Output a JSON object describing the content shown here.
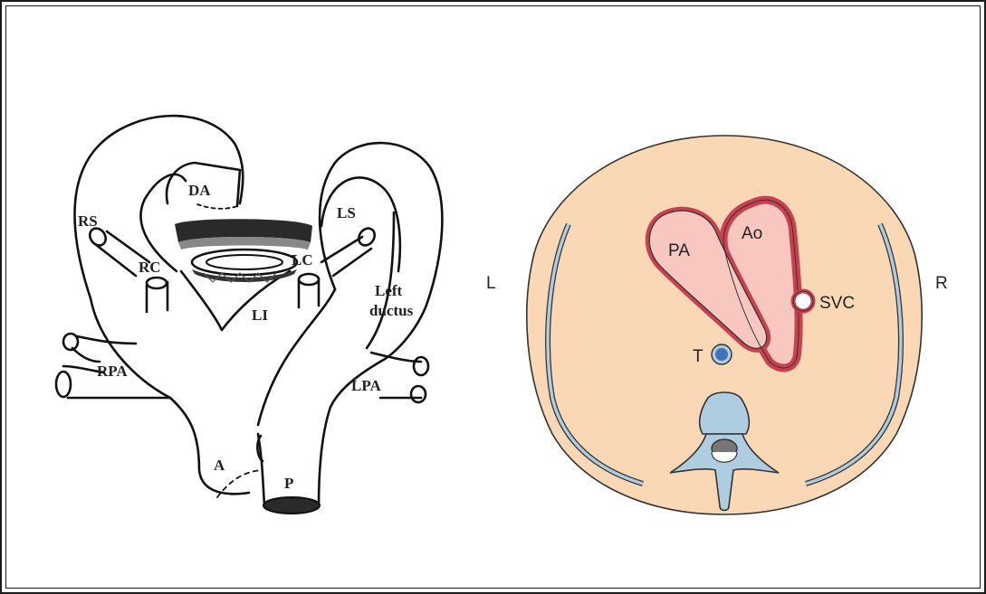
{
  "left_diagram": {
    "labels": {
      "da": "DA",
      "rs": "RS",
      "ls": "LS",
      "rc": "RC",
      "lc": "LC",
      "li": "LI",
      "left": "Left",
      "ductus": "ductus",
      "rpa": "RPA",
      "lpa": "LPA",
      "a": "A",
      "p": "P"
    }
  },
  "right_diagram": {
    "labels": {
      "l": "L",
      "r": "R",
      "pa": "PA",
      "ao": "Ao",
      "svc": "SVC",
      "t": "T"
    },
    "colors": {
      "thorax_fill": "#fad7b5",
      "vessel_outline": "#c9404e",
      "vessel_fill": "#f7c7c0",
      "bone_fill": "#aecde0",
      "trachea_fill": "#3f74b8",
      "cord_fill": "#777777"
    }
  }
}
